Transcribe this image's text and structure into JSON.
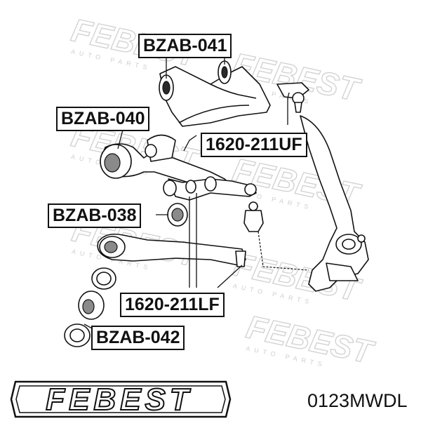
{
  "watermark": {
    "brand": "FEBEST",
    "sub": "AUTO PARTS"
  },
  "labels": [
    {
      "id": "bzab-041",
      "text": "BZAB-041"
    },
    {
      "id": "bzab-040",
      "text": "BZAB-040"
    },
    {
      "id": "1620-211uf",
      "text": "1620-211UF"
    },
    {
      "id": "bzab-038",
      "text": "BZAB-038"
    },
    {
      "id": "1620-211lf",
      "text": "1620-211LF"
    },
    {
      "id": "bzab-042",
      "text": "BZAB-042"
    }
  ],
  "logo": {
    "text": "FEBEST"
  },
  "part_code": "0123MWDL"
}
